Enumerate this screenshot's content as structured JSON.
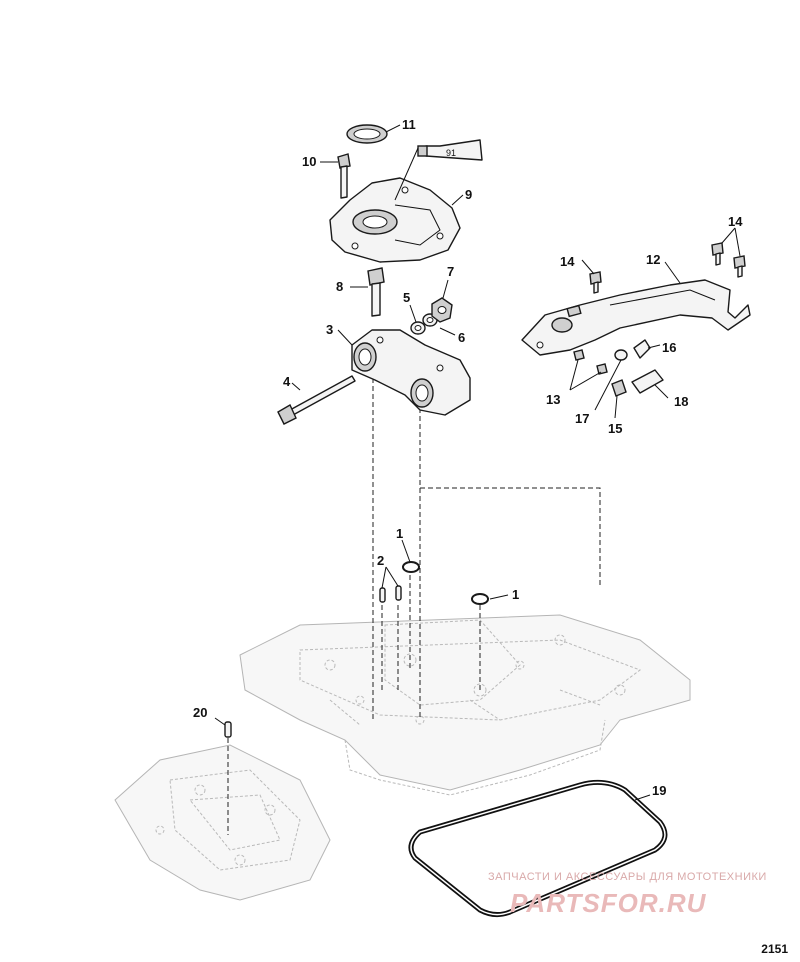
{
  "callouts": {
    "c1a": "1",
    "c1b": "1",
    "c2": "2",
    "c3": "3",
    "c4": "4",
    "c5": "5",
    "c6": "6",
    "c7": "7",
    "c8": "8",
    "c9": "9",
    "c10": "10",
    "c11": "11",
    "c12": "12",
    "c13": "13",
    "c14a": "14",
    "c14b": "14",
    "c15": "15",
    "c16": "16",
    "c17": "17",
    "c18": "18",
    "c19": "19",
    "c20": "20"
  },
  "tube_label": "91",
  "watermark": {
    "subtitle": "ЗАПЧАСТИ И АКСЕССУАРЫ ДЛЯ МОТОТЕХНИКИ",
    "brand": "PARTSFOR.RU"
  },
  "figure_number": "2151"
}
